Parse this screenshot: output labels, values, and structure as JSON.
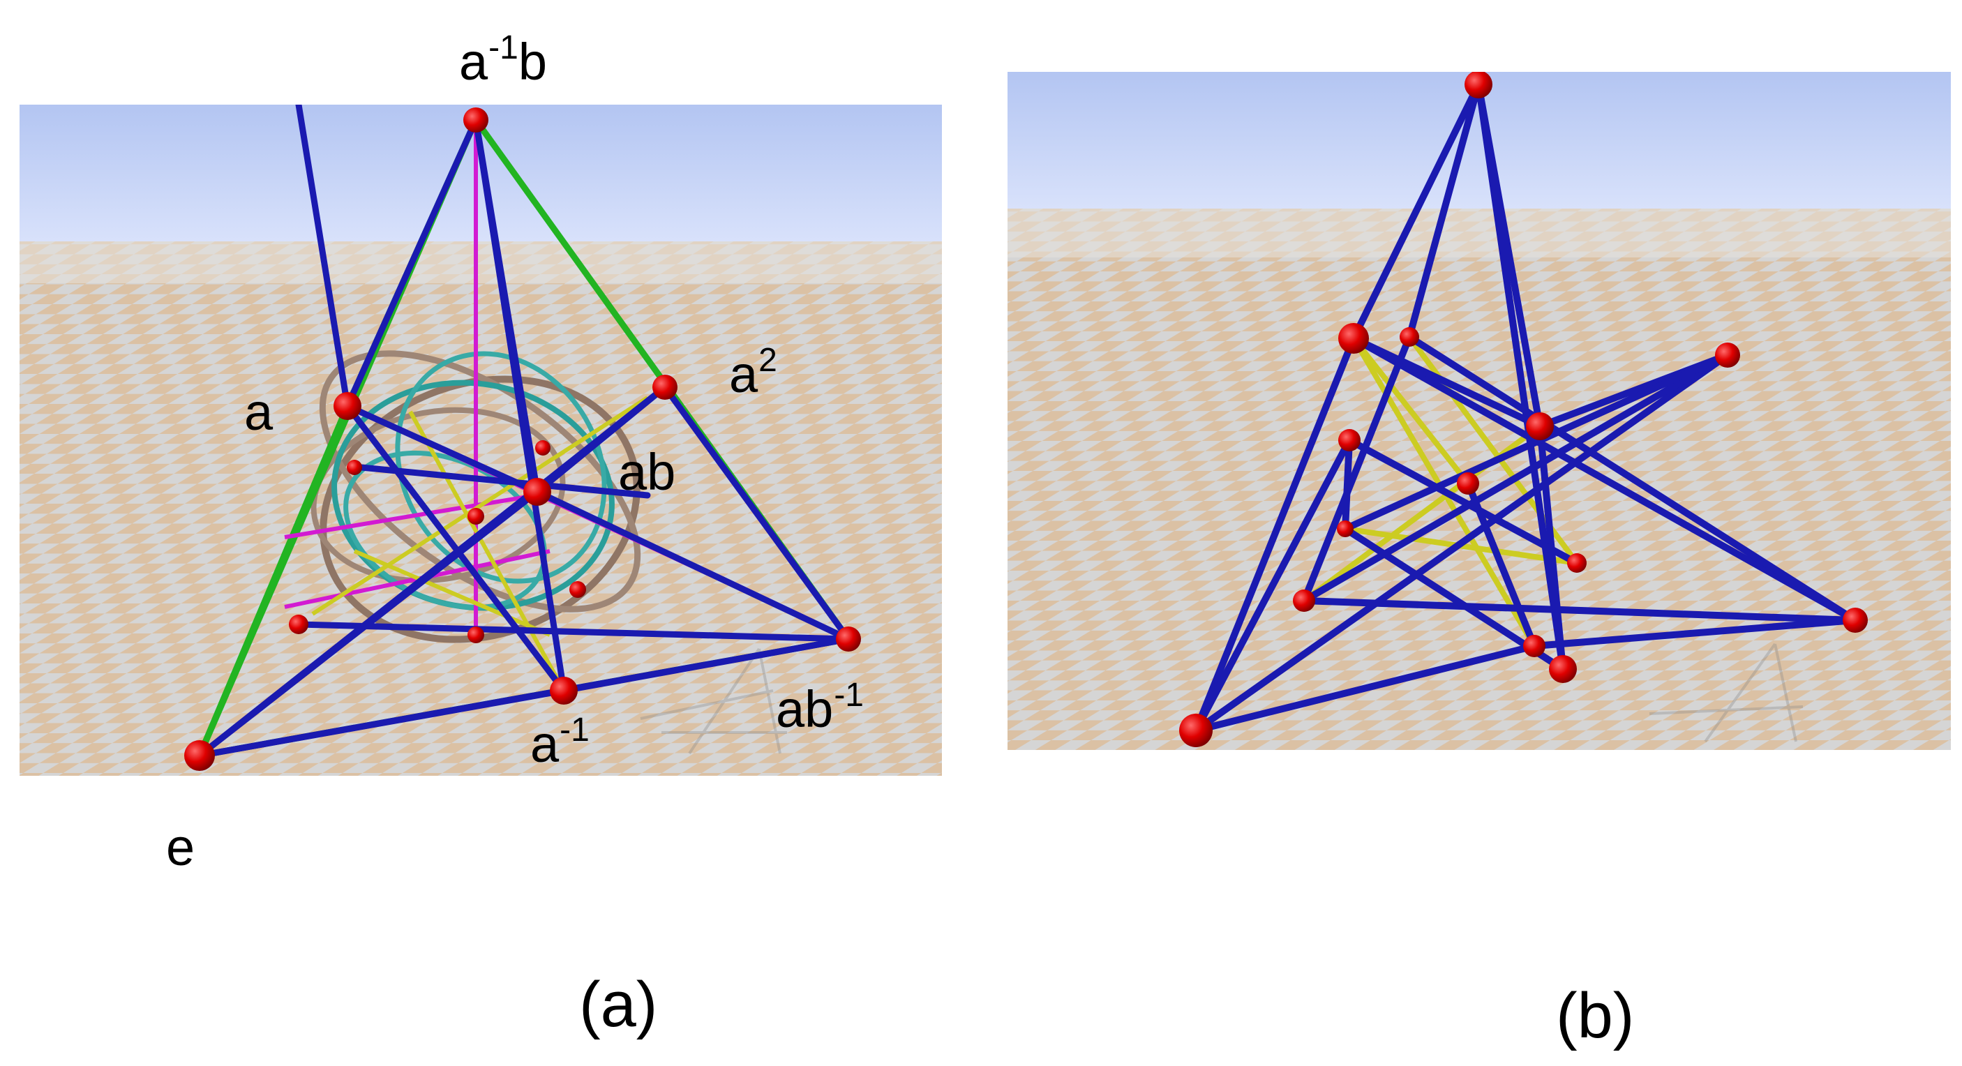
{
  "figure": {
    "panel_a": {
      "caption": "(a)",
      "labels": {
        "top": {
          "base": "a",
          "sup": "-1",
          "tail": "b"
        },
        "a": {
          "base": "a",
          "sup": "",
          "tail": ""
        },
        "a_squared": {
          "base": "a",
          "sup": "2",
          "tail": ""
        },
        "ab": {
          "base": "ab",
          "sup": "",
          "tail": ""
        },
        "ab_inverse": {
          "base": "ab",
          "sup": "-1",
          "tail": ""
        },
        "a_inverse": {
          "base": "a",
          "sup": "-1",
          "tail": ""
        },
        "e": {
          "base": "e",
          "sup": "",
          "tail": ""
        }
      }
    },
    "panel_b": {
      "caption": "(b)"
    }
  },
  "colors": {
    "sky_top": "#b4c6f2",
    "sky_bottom": "#d6e0fb",
    "checker_tan": "#dcc3a6",
    "checker_grey": "#d4d4d4",
    "vertex": "#e00000",
    "edge_blue": "#1a1ab0",
    "edge_green": "#22b422",
    "edge_magenta": "#d21ad2",
    "edge_yellow": "#cccc22",
    "ring_brown": "#9b8272",
    "ring_teal": "#2a9e9a"
  }
}
